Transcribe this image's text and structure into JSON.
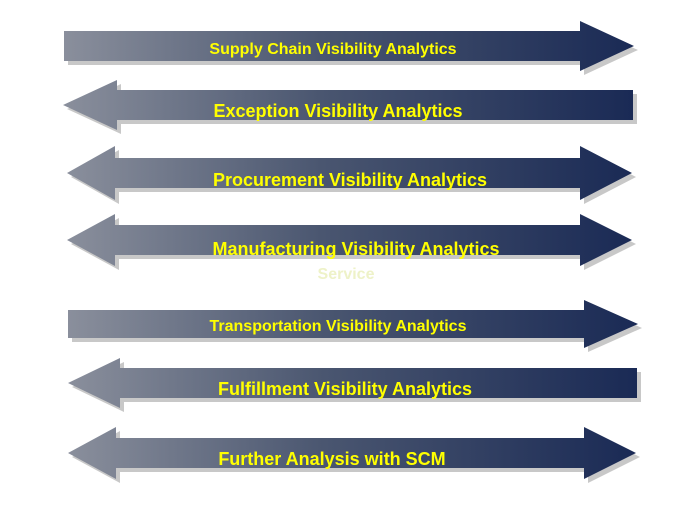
{
  "colors": {
    "arrow_light": "#8a8f9c",
    "arrow_dark": "#1a2a55",
    "label": "#ffff00",
    "ghost_text": "#eef2c8"
  },
  "arrows": [
    {
      "label": "Supply Chain Visibility Analytics",
      "direction": "right"
    },
    {
      "label": "Exception Visibility  Analytics",
      "direction": "left"
    },
    {
      "label": "Procurement Visibility  Analytics",
      "direction": "both"
    },
    {
      "label": "Manufacturing  Visibility  Analytics",
      "direction": "both"
    },
    {
      "label": "Transportation Visibility Analytics",
      "direction": "right"
    },
    {
      "label": "Fulfillment  Visibility  Analytics",
      "direction": "left"
    },
    {
      "label": "Further Analysis  with SCM",
      "direction": "both"
    }
  ],
  "ghost_label": "Service"
}
